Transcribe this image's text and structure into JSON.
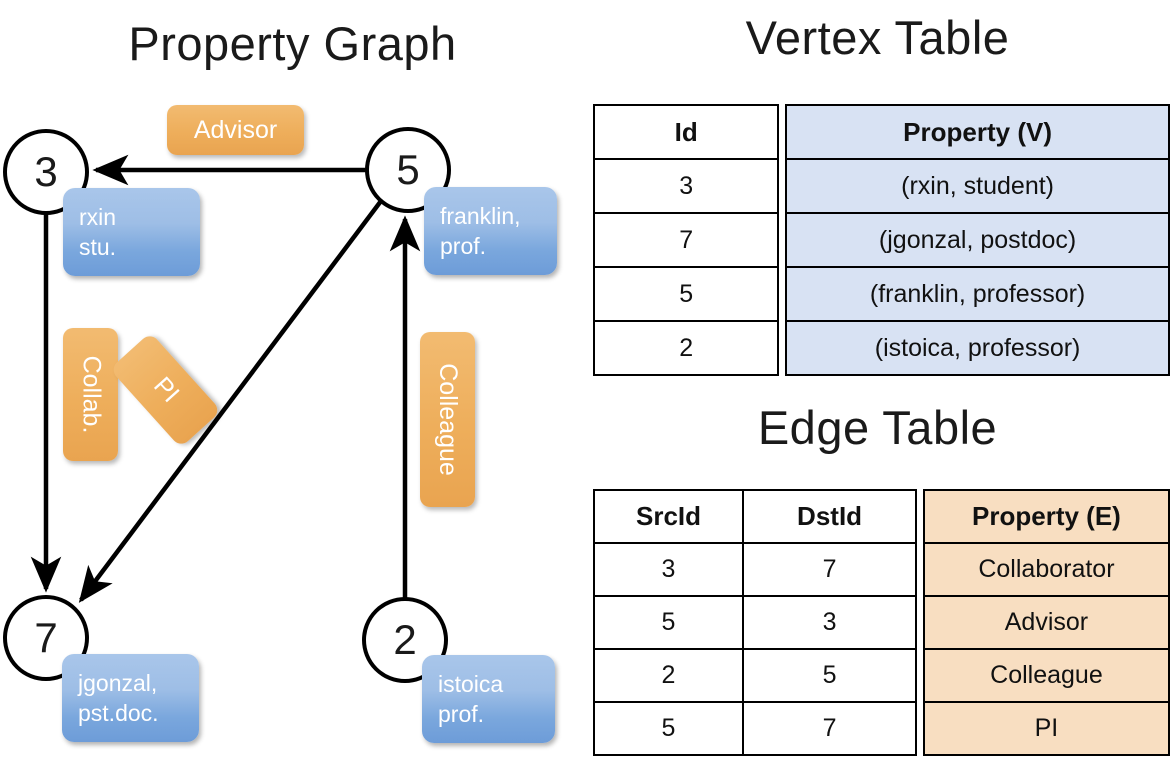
{
  "titles": {
    "property_graph": "Property Graph",
    "vertex_table": "Vertex Table",
    "edge_table": "Edge Table"
  },
  "graph": {
    "vertices": [
      {
        "id": "3",
        "label_line1": "rxin",
        "label_line2": "stu."
      },
      {
        "id": "5",
        "label_line1": "franklin,",
        "label_line2": "prof."
      },
      {
        "id": "7",
        "label_line1": "jgonzal,",
        "label_line2": "pst.doc."
      },
      {
        "id": "2",
        "label_line1": "istoica",
        "label_line2": "prof."
      }
    ],
    "edge_labels": [
      {
        "text": "Advisor",
        "orientation": "horizontal"
      },
      {
        "text": "Collab.",
        "orientation": "vertical"
      },
      {
        "text": "PI",
        "orientation": "diagonal"
      },
      {
        "text": "Colleague",
        "orientation": "vertical"
      }
    ]
  },
  "vertex_table": {
    "headers": [
      "Id",
      "Property (V)"
    ],
    "rows": [
      {
        "id": "3",
        "property": "(rxin, student)"
      },
      {
        "id": "7",
        "property": "(jgonzal, postdoc)"
      },
      {
        "id": "5",
        "property": "(franklin, professor)"
      },
      {
        "id": "2",
        "property": "(istoica, professor)"
      }
    ]
  },
  "edge_table": {
    "headers": [
      "SrcId",
      "DstId",
      "Property (E)"
    ],
    "rows": [
      {
        "src": "3",
        "dst": "7",
        "property": "Collaborator"
      },
      {
        "src": "5",
        "dst": "3",
        "property": "Advisor"
      },
      {
        "src": "2",
        "dst": "5",
        "property": "Colleague"
      },
      {
        "src": "5",
        "dst": "7",
        "property": "PI"
      }
    ]
  },
  "colors": {
    "vertex_property_fill": "#d8e2f3",
    "edge_property_fill": "#f8dec1",
    "node_box_blue": "#7aa7dd",
    "edge_label_orange": "#eeae5b",
    "stroke": "#000000"
  }
}
